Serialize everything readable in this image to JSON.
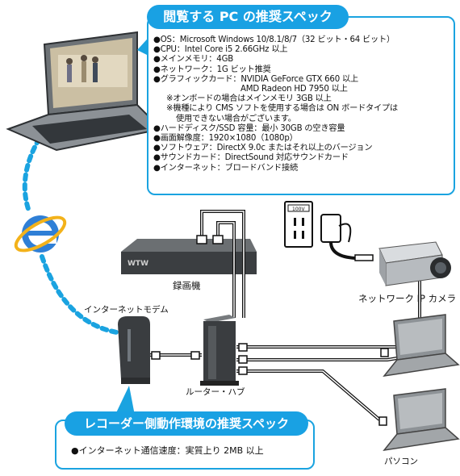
{
  "spec_panel": {
    "title": "閲覧する PC の推奨スペック",
    "items": [
      {
        "text": "●OS：Microsoft Windows 10/8.1/8/7（32 ビット・64 ビット）",
        "style": ""
      },
      {
        "text": "●CPU：Intel Core i5 2.66GHz 以上",
        "style": ""
      },
      {
        "text": "●メインメモリ：4GB",
        "style": ""
      },
      {
        "text": "●ネットワーク：1G ビット推奨",
        "style": ""
      },
      {
        "text": "●グラフィックカード：NVIDIA GeForce GTX 660 以上",
        "style": ""
      },
      {
        "text": "AMD Radeon HD 7950 以上",
        "style": "indent"
      },
      {
        "text": "※オンボードの場合はメインメモリ 3GB 以上",
        "style": "sub"
      },
      {
        "text": "※機種により CMS ソフトを使用する場合は ON ボードタイプは",
        "style": "sub"
      },
      {
        "text": "使用できない場合がございます。",
        "style": "deep"
      },
      {
        "text": "●ハードディスク/SSD 容量：最小 30GB の空き容量",
        "style": ""
      },
      {
        "text": "●画面解像度：1920×1080（1080p）",
        "style": ""
      },
      {
        "text": "●ソフトウェア：DirectX 9.0c またはそれ以上のバージョン",
        "style": ""
      },
      {
        "text": "●サウンドカード：DirectSound 対応サウンドカード",
        "style": ""
      },
      {
        "text": "●インターネット：ブロードバンド接続",
        "style": ""
      }
    ]
  },
  "recorder_panel": {
    "title": "レコーダー側動作環境の推奨スペック",
    "item": "●インターネット通信速度：実質上り 2MB 以上"
  },
  "labels": {
    "recorder": "録画機",
    "recorder_brand": "WTW",
    "modem": "インターネットモデム",
    "router": "ルーター・ハブ",
    "camera": "ネットワーク IP カメラ",
    "pc": "パソコン",
    "outlet": "100V"
  },
  "colors": {
    "accent": "#19a1e3",
    "dotted_link": "#1aa3e0",
    "cable": "#111111"
  }
}
